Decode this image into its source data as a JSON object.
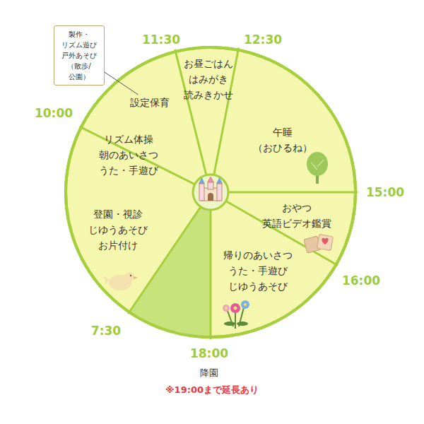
{
  "diagram": {
    "nodes": [
      {
        "text": [
          "製作・リズム遊び 戸外あそび（散歩/公園）"
        ]
      },
      {
        "text": [
          "設定保育"
        ]
      },
      {
        "text": [
          "お昼ごはん はみがき 読みきかせ"
        ]
      },
      {
        "text": [
          "午睡（おひるね）"
        ]
      },
      {
        "text": [
          "おやつ 英語ビデオ鑑賞"
        ]
      },
      {
        "text": [
          "帰りのあいさつ うた・手遊び じゆうあそび"
        ]
      },
      {
        "text": [
          "登園・視診 じゆうあそび お片付け"
        ]
      },
      {
        "text": [
          "リズム体操 朝のあいさつ うた・手遊び"
        ]
      }
    ],
    "edges": [
      {
        "from": 0,
        "to": 1,
        "arrow": "none"
      }
    ],
    "labels": [
      "11:30",
      "12:30",
      "10:00",
      "15:00",
      "16:00",
      "18:00",
      "7:30",
      "降園",
      "※19:00まで延長あり"
    ]
  }
}
